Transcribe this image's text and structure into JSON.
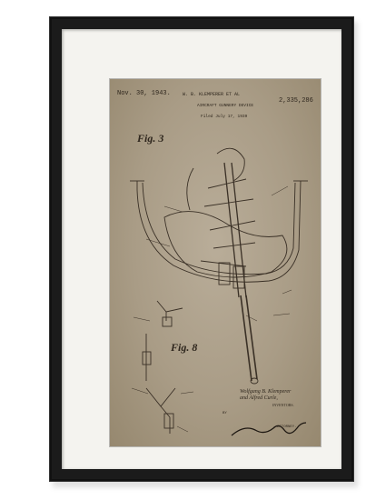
{
  "patent": {
    "date": "Nov. 30, 1943.",
    "inventor_header": "W. B. KLEMPERER ET AL",
    "number": "2,335,286",
    "title": "AIRCRAFT GUNNERY DEVICE",
    "filed": "Filed July 17, 1939",
    "figure_a": "Fig. 3",
    "figure_b": "Fig. 8",
    "inventor_line_1": "Wolfgang B. Klemperer",
    "inventor_line_2": "and Alfred Curle,",
    "inventors_role": "INVENTORS.",
    "by": "BY",
    "attorney_role": "ATTORNEY."
  },
  "colors": {
    "frame": "#1b1b1b",
    "mat": "#f4f3ef",
    "paper": "#a99c86",
    "ink": "#2e261d"
  },
  "icons": {
    "signature": "handwritten-signature"
  }
}
